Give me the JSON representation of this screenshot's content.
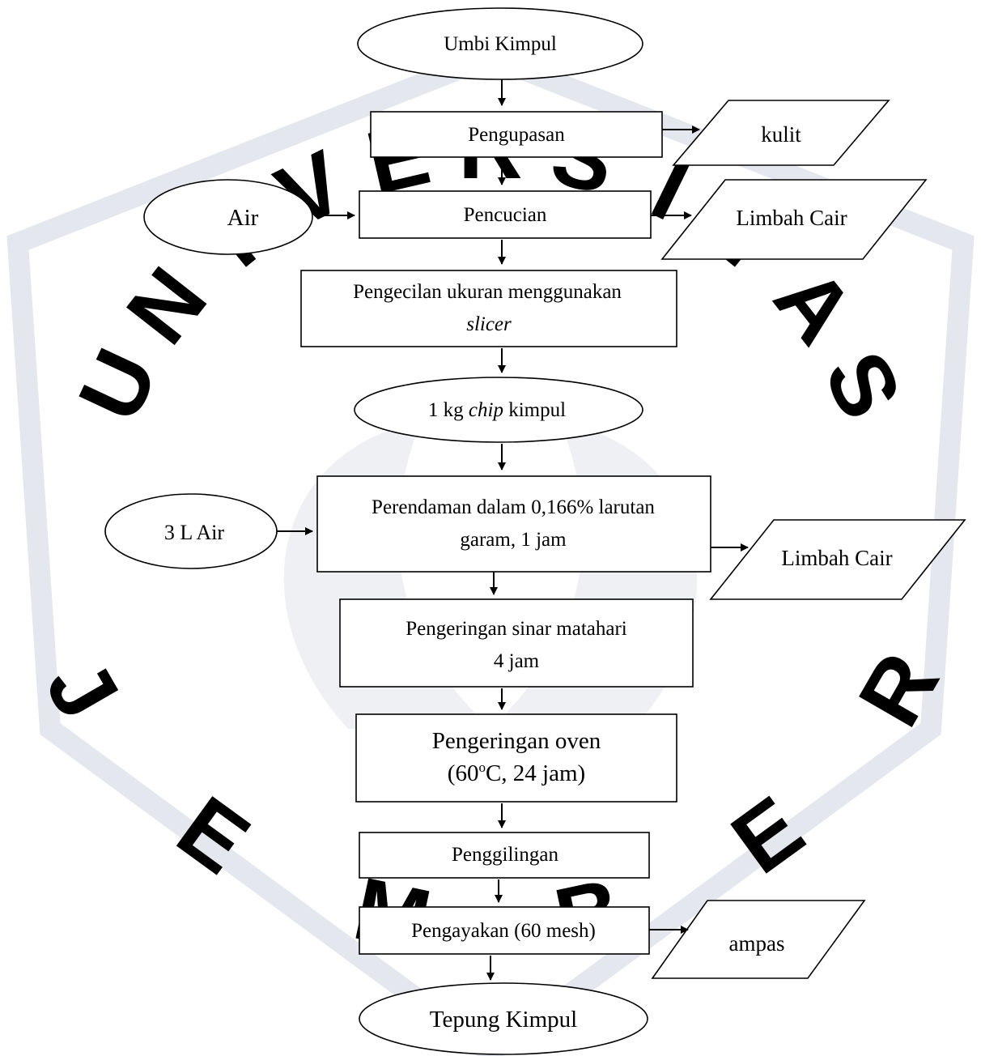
{
  "watermark": {
    "arc_text": "UNIVERSITAS",
    "bottom_text": "JEMBER",
    "color": "#e4e7ee"
  },
  "nodes": {
    "start": "Umbi Kimpul",
    "peeling": "Pengupasan",
    "peel_waste": "kulit",
    "water_in": "Air",
    "washing": "Pencucian",
    "wash_waste": "Limbah Cair",
    "slicing_line1": "Pengecilan ukuran menggunakan",
    "slicing_line2": "slicer",
    "chips_pre": "1 kg ",
    "chips_italic": "chip",
    "chips_post": " kimpul",
    "soak_water": "3 L Air",
    "soaking_line1": "Perendaman  dalam 0,166% larutan",
    "soaking_line2": "garam, 1 jam",
    "soak_waste": "Limbah Cair",
    "sun_line1": "Pengeringan sinar matahari",
    "sun_line2": "4 jam",
    "oven_line1": "Pengeringan oven",
    "oven_line2_pre": "(60",
    "oven_line2_sup": "o",
    "oven_line2_post": "C, 24 jam)",
    "milling": "Penggilingan",
    "sieving": "Pengayakan (60 mesh)",
    "sieve_waste": "ampas",
    "end": "Tepung Kimpul"
  }
}
